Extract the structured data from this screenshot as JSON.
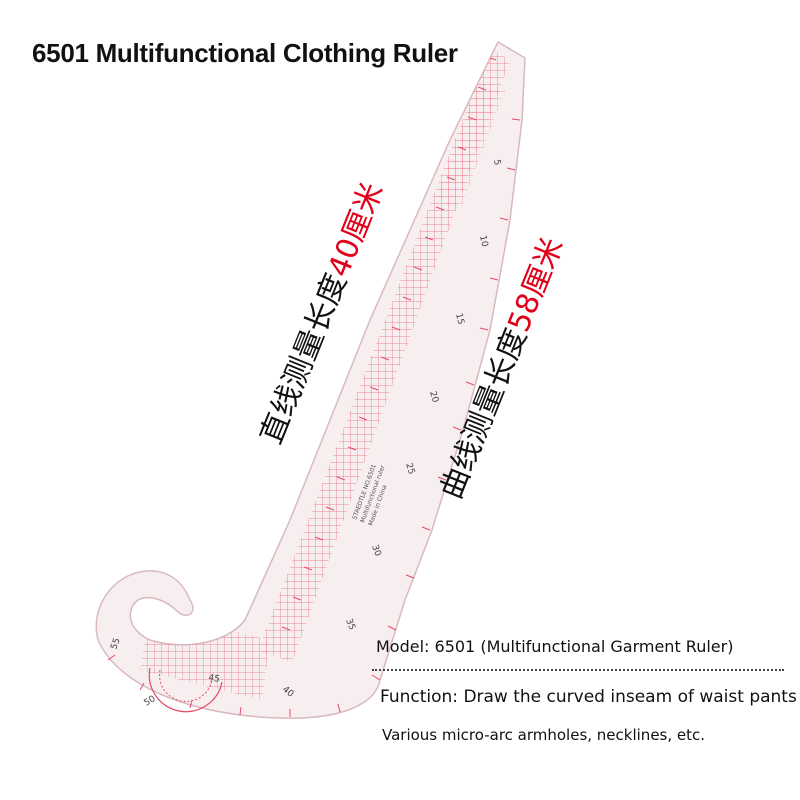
{
  "title": "6501 Multifunctional Clothing Ruler",
  "labels": {
    "straight_prefix": "直线测量长度",
    "straight_value": "40厘米",
    "curve_prefix": "曲线测量长度",
    "curve_value": "58厘米"
  },
  "info": {
    "model": "Model: 6501 (Multifunctional Garment Ruler)",
    "function": "Function: Draw the curved inseam of waist pants",
    "usage": "Various micro-arc armholes, necklines, etc."
  },
  "ruler_marks": {
    "curve_numbers": [
      "5",
      "10",
      "15",
      "20",
      "25",
      "30",
      "35",
      "40",
      "45",
      "50",
      "55"
    ],
    "imprint": [
      "STAEDTLE NO.6501",
      "Multifunctional ruler",
      "Made in China"
    ]
  },
  "colors": {
    "ruler_fill": "#f7eef0",
    "ruler_edge": "#d8b9bf",
    "grid": "#e84a64",
    "accent_red": "#e0001a"
  }
}
